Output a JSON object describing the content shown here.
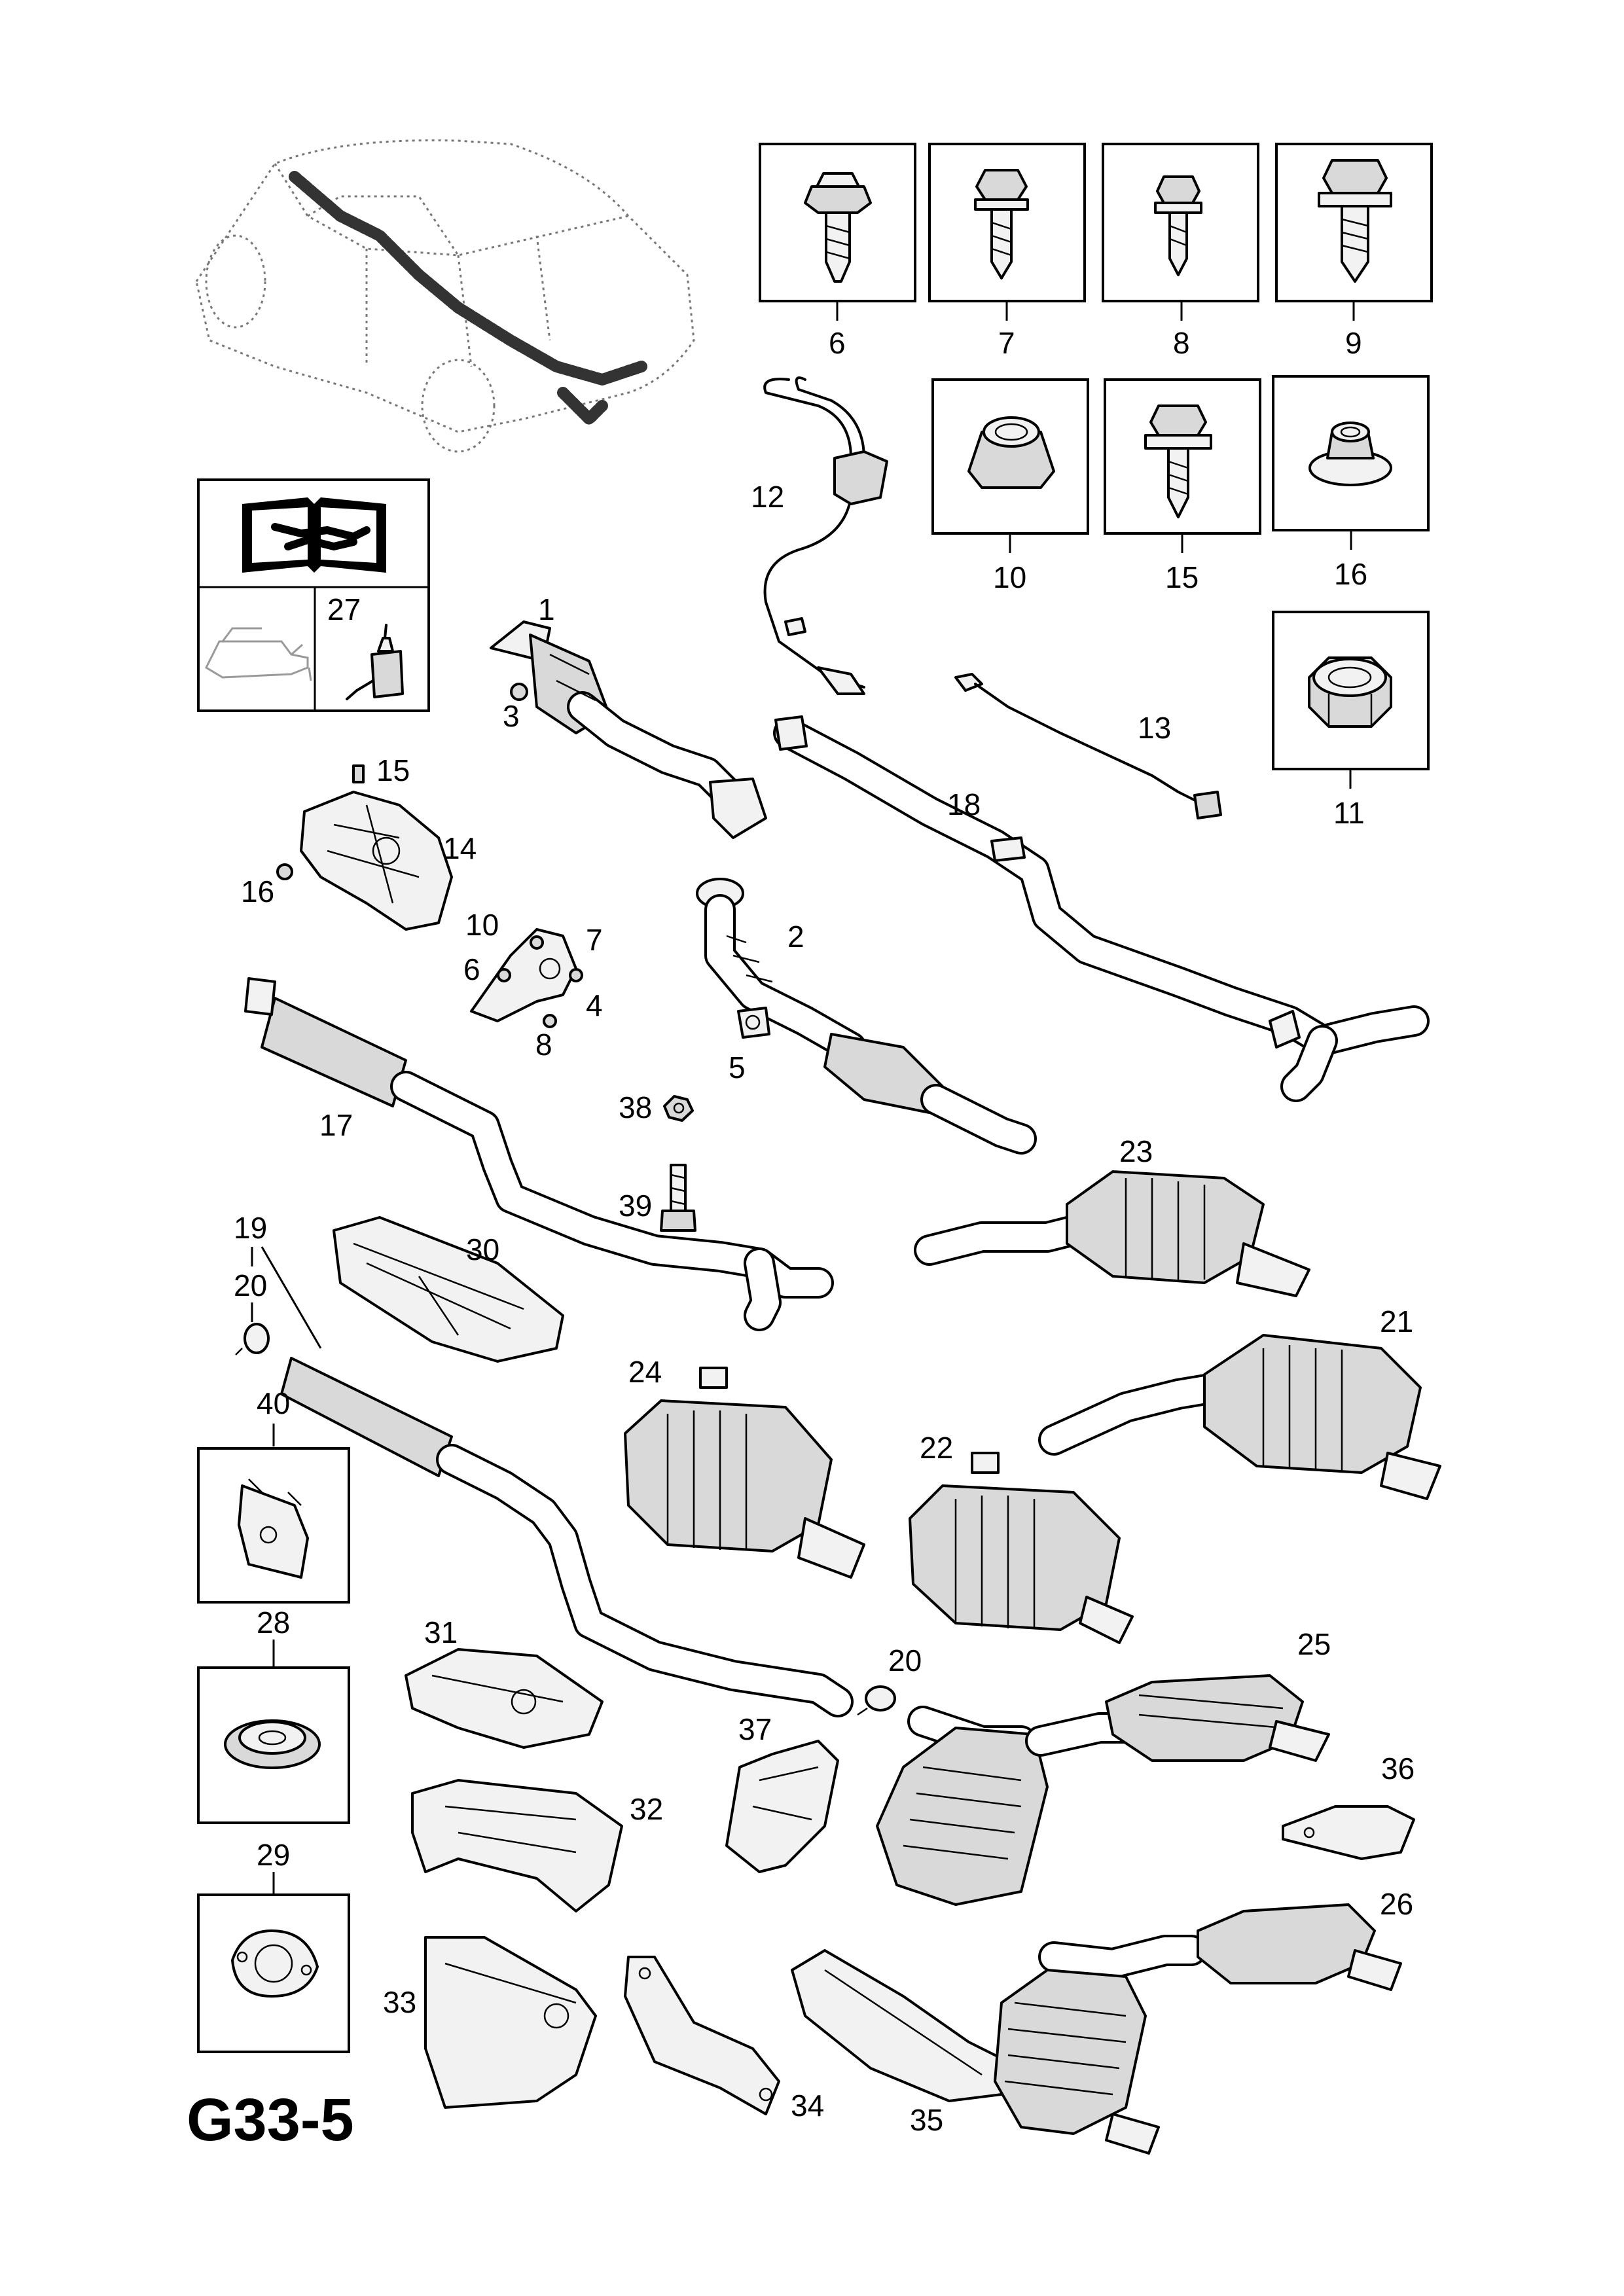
{
  "diagram_code": "G33-5",
  "callouts": {
    "c1": "1",
    "c2": "2",
    "c3": "3",
    "c4": "4",
    "c5": "5",
    "c6_box": "6",
    "c6": "6",
    "c7_box": "7",
    "c7": "7",
    "c8_box": "8",
    "c8": "8",
    "c9_box": "9",
    "c10_box": "10",
    "c10": "10",
    "c11_box": "11",
    "c12": "12",
    "c13": "13",
    "c14": "14",
    "c15_box": "15",
    "c15": "15",
    "c16_box": "16",
    "c16": "16",
    "c17": "17",
    "c18": "18",
    "c19": "19",
    "c20a": "20",
    "c20b": "20",
    "c21": "21",
    "c22": "22",
    "c23": "23",
    "c24": "24",
    "c25": "25",
    "c26": "26",
    "c27": "27",
    "c28": "28",
    "c29": "29",
    "c30": "30",
    "c31": "31",
    "c32": "32",
    "c33": "33",
    "c34": "34",
    "c35": "35",
    "c36": "36",
    "c37": "37",
    "c38": "38",
    "c39": "39",
    "c40": "40"
  },
  "icons": {
    "manual": "service-manual-icon",
    "oil": "oil-can-icon",
    "sealant": "sealant-tube-icon"
  }
}
